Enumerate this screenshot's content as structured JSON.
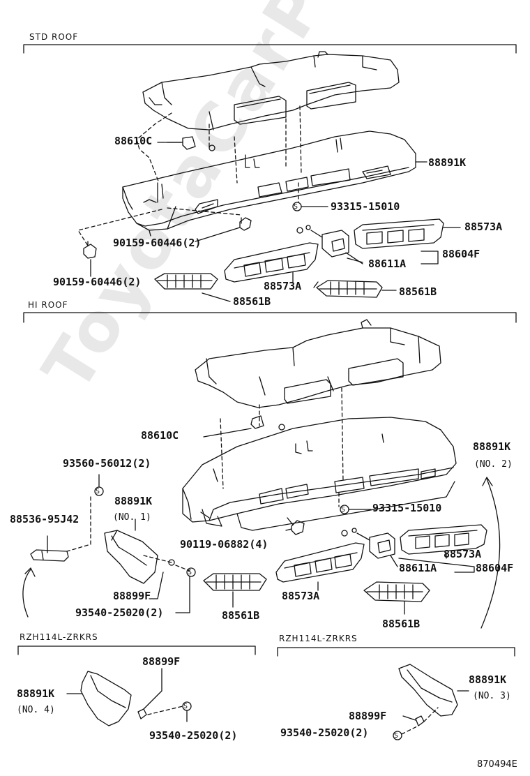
{
  "sections": {
    "std_roof": "STD ROOF",
    "hi_roof": "HI ROOF",
    "rzh_left": "RZH114L-ZRKRS",
    "rzh_right": "RZH114L-ZRKRS"
  },
  "watermark": "ToyotaCarParts.ru",
  "diagram_code": "870494E",
  "std": {
    "p88610C": "88610C",
    "p88891K": "88891K",
    "p93315": "93315-15010",
    "p90159a": "90159-60446(2)",
    "p90159b": "90159-60446(2)",
    "p88573A_right": "88573A",
    "p88604F": "88604F",
    "p88611A": "88611A",
    "p88573A_left": "88573A",
    "p88561B_left": "88561B",
    "p88561B_right": "88561B"
  },
  "hi": {
    "p88610C": "88610C",
    "p88891K": "88891K",
    "p88891K_no": "(NO. 2)",
    "p93560": "93560-56012(2)",
    "p88891K_left": "88891K",
    "p88891K_left_no": "(NO. 1)",
    "p88536": "88536-95J42",
    "p93315": "93315-15010",
    "p90119": "90119-06882(4)",
    "p88573A_right": "88573A",
    "p88604F": "88604F",
    "p88611A": "88611A",
    "p88899F": "88899F",
    "p93540": "93540-25020(2)",
    "p88573A_left": "88573A",
    "p88561B_left": "88561B",
    "p88561B_right": "88561B"
  },
  "rzh_l": {
    "p88899F": "88899F",
    "p88891K": "88891K",
    "p88891K_no": "(NO. 4)",
    "p93540": "93540-25020(2)"
  },
  "rzh_r": {
    "p88891K": "88891K",
    "p88891K_no": "(NO. 3)",
    "p88899F": "88899F",
    "p93540": "93540-25020(2)"
  },
  "screw_symbol": "S"
}
